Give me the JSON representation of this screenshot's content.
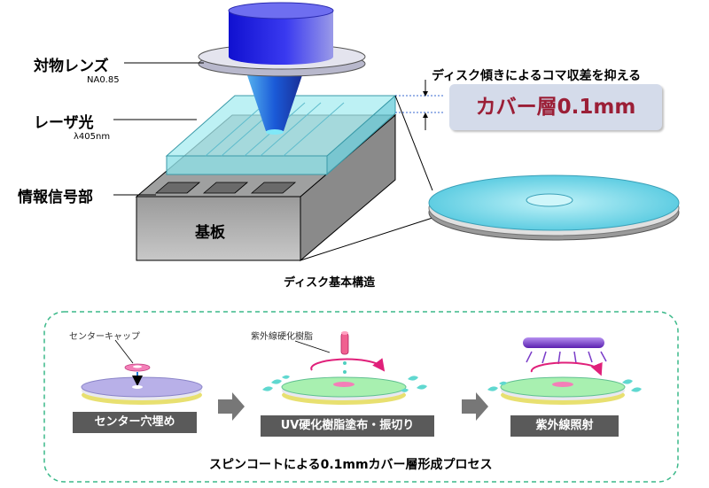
{
  "objective_lens": {
    "label": "対物レンズ",
    "na": "NA0.85"
  },
  "laser": {
    "label": "レーザ光",
    "wavelength": "λ405nm"
  },
  "info_signal_label": "情報信号部",
  "substrate_label": "基板",
  "top_note": "ディスク傾きによるコマ収差を抑える",
  "cover_layer": "カバー層0.1mm",
  "structure_caption": "ディスク基本構造",
  "process": {
    "center_cap_label": "センターキャップ",
    "uv_resin_label": "紫外線硬化樹脂",
    "steps": [
      "センター穴埋め",
      "UV硬化樹脂塗布・振切り",
      "紫外線照射"
    ],
    "title": "スピンコートによる0.1mmカバー層形成プロセス"
  },
  "colors": {
    "lens_blue": "#1a1ae0",
    "cover_cyan": "#7fe0e8",
    "cover_text": "#9b1e36",
    "dashed_border": "#3cb98a",
    "uv_lamp": "#7a3cc8",
    "spin_arrow": "#e0207a"
  }
}
